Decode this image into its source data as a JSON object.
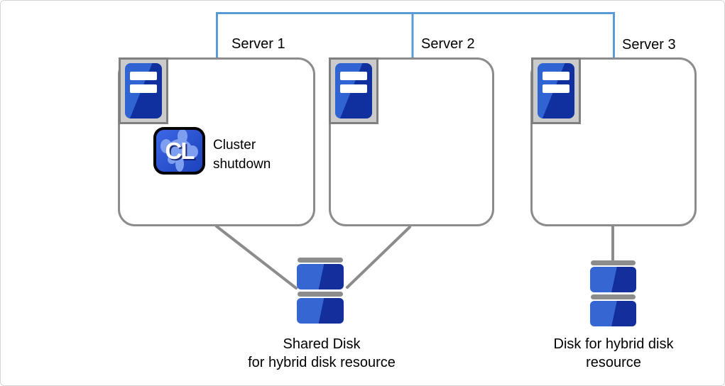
{
  "colors": {
    "canvas_bg": "#ffffff",
    "canvas_border": "#d5d5d5",
    "network_line": "#5B9BD5",
    "connector_gray": "#8c8c8c",
    "box_border": "#8c8c8c",
    "icon_frame_bg": "#cbcbcb",
    "icon_frame_border": "#7f7f7f",
    "tower_blue_light": "#2f64d2",
    "tower_blue_dark": "#0f309e",
    "cl_bg_light": "#3c67e6",
    "cl_bg_dark": "#1c41bb",
    "cl_splash": "#7e9ff0",
    "disk_cap_gray": "#8c8c8c",
    "disk_blue_light": "#3566d2",
    "disk_blue_dark": "#132f9b",
    "text": "#000000"
  },
  "servers": [
    {
      "label": "Server 1"
    },
    {
      "label": "Server 2"
    },
    {
      "label": "Server 3"
    }
  ],
  "cluster_action": {
    "icon_text": "CL",
    "lines": [
      "Cluster",
      "shutdown"
    ]
  },
  "disks": [
    {
      "lines": [
        "Shared Disk",
        "for hybrid disk resource"
      ]
    },
    {
      "lines": [
        "Disk for hybrid disk",
        "resource"
      ]
    }
  ]
}
